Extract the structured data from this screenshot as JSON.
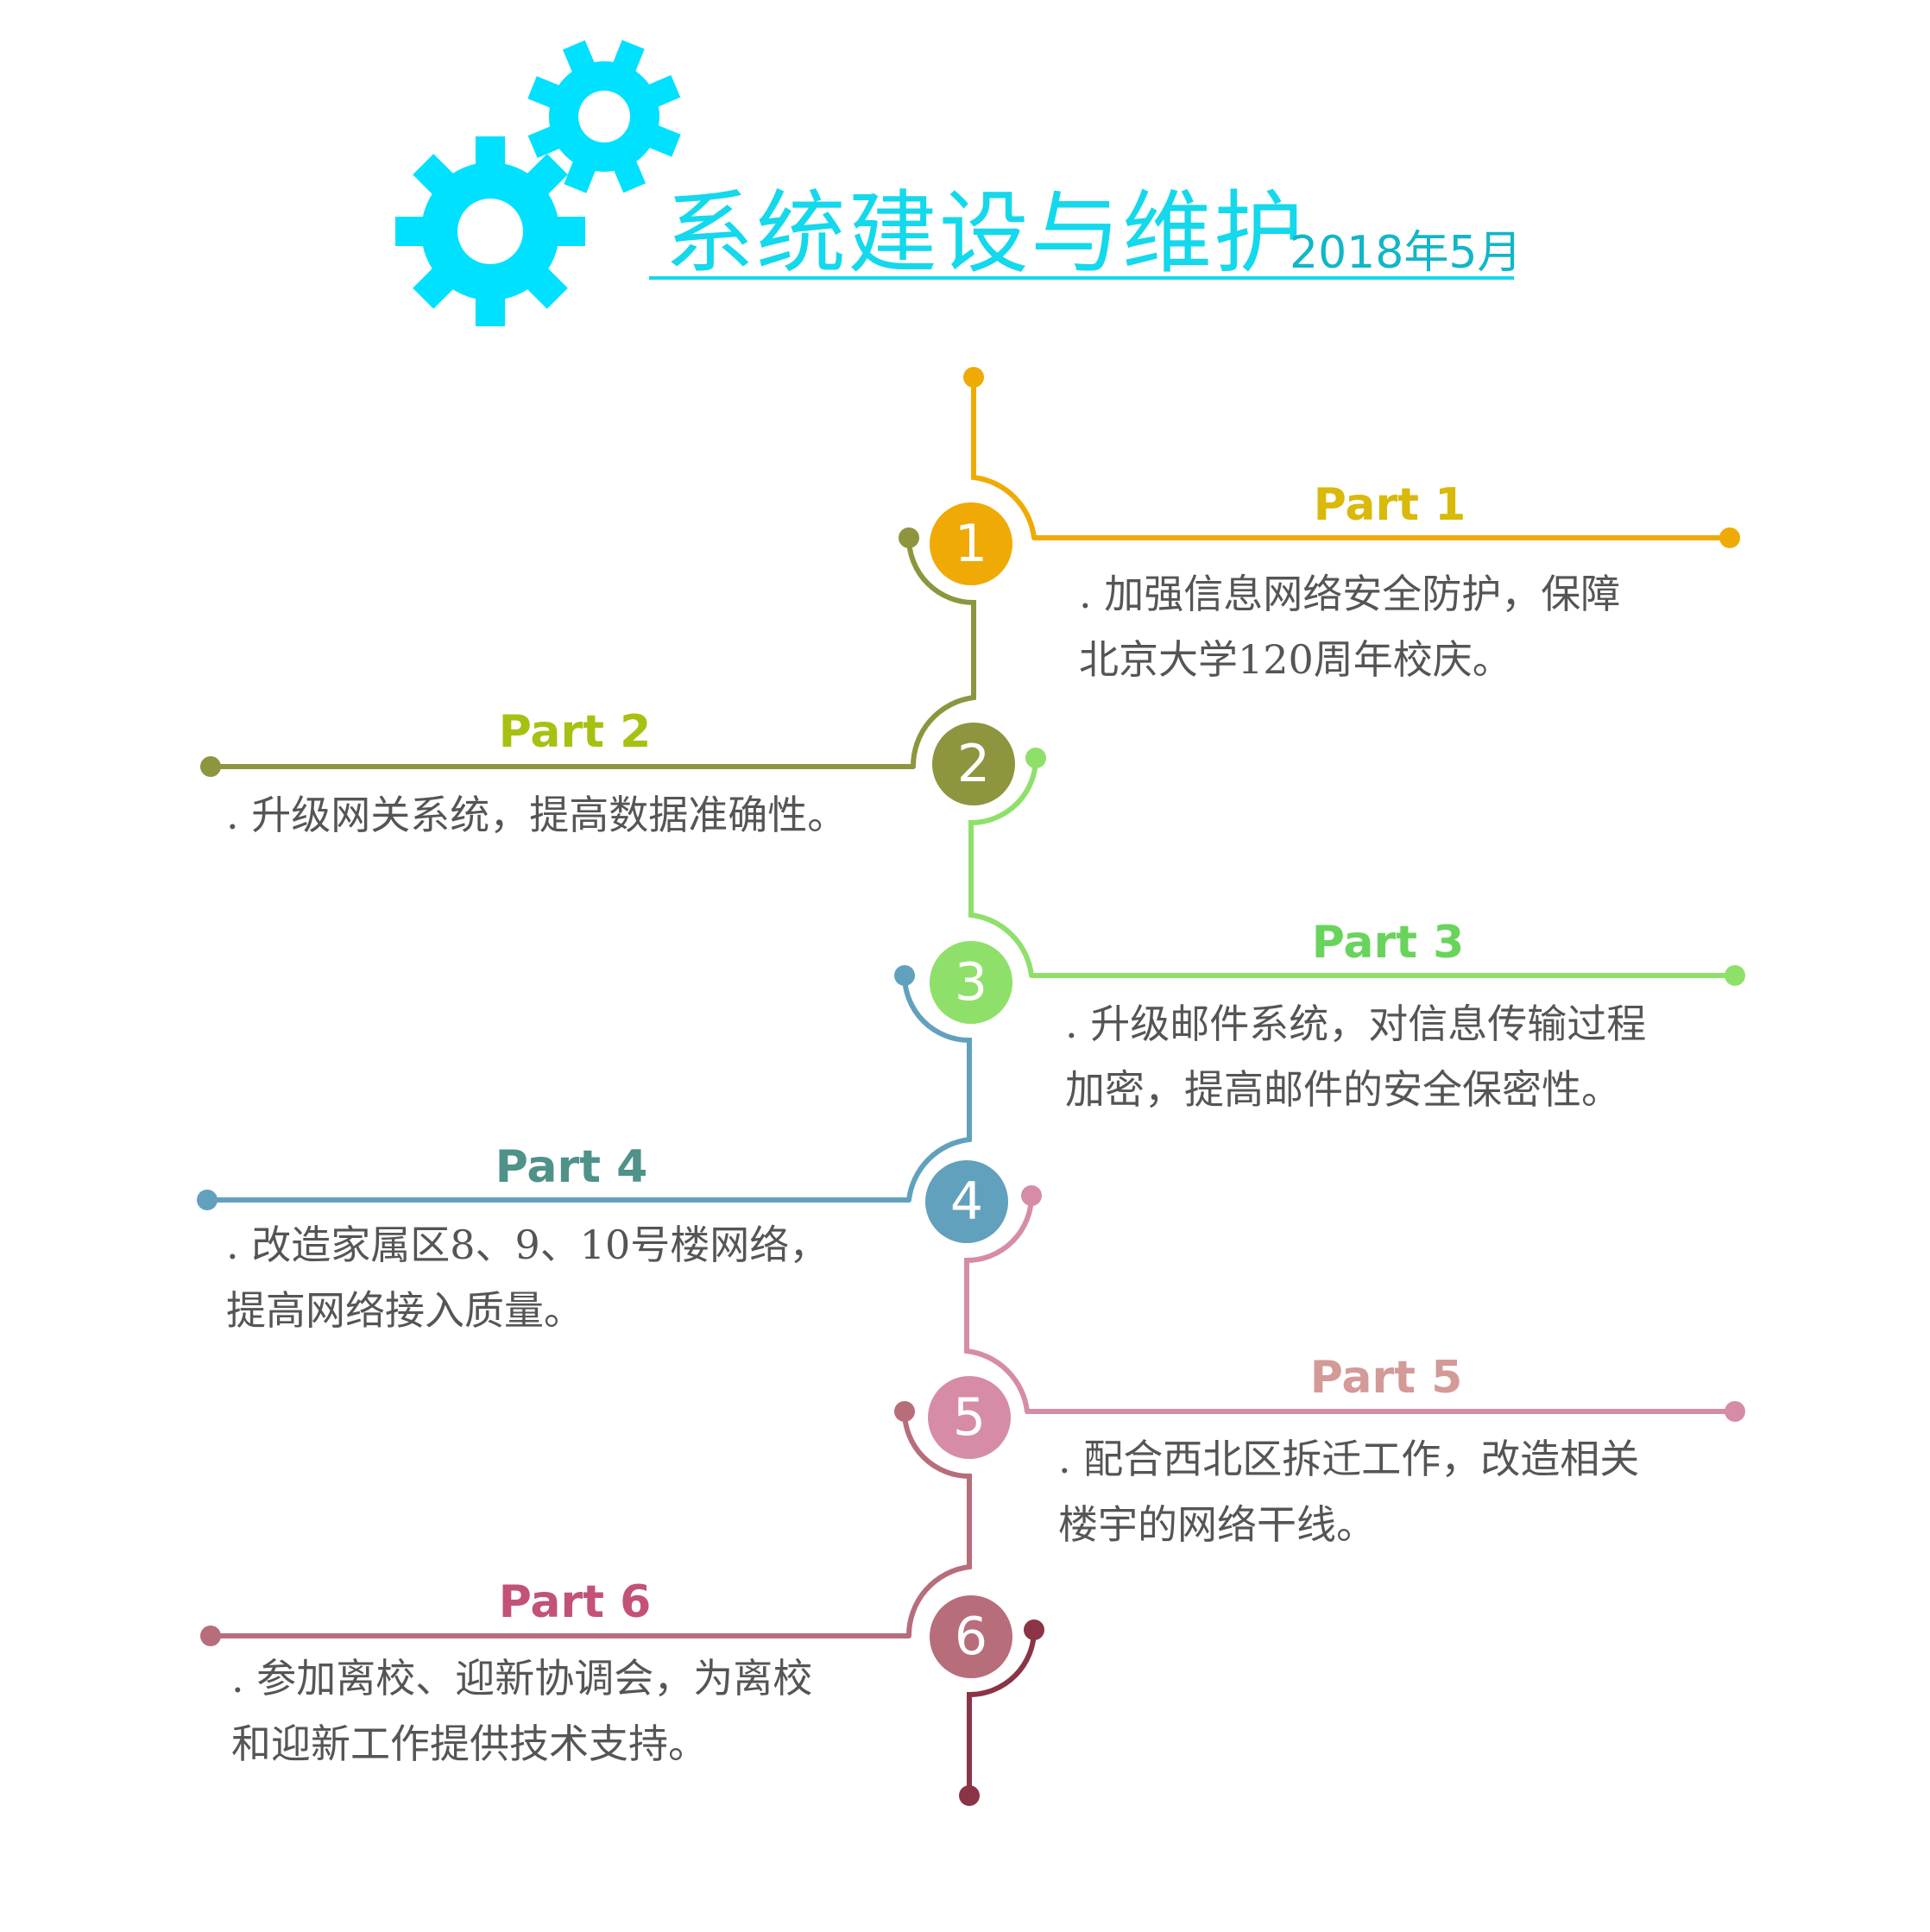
{
  "header": {
    "title": "系统建设与维护",
    "date": "2018年5月",
    "gear_color": "#00e0ff",
    "underline_color": "#14d8ec"
  },
  "parts": [
    {
      "number": "1",
      "label": "Part 1",
      "color": "#f0aa05",
      "label_color": "#d9b90a",
      "side": "right",
      "lines": [
        ". 加强信息网络安全防护，保障",
        "北京大学120周年校庆。"
      ]
    },
    {
      "number": "2",
      "label": "Part 2",
      "color": "#8d963e",
      "label_color": "#a8c012",
      "side": "left",
      "lines": [
        ". 升级网关系统，提高数据准确性。"
      ]
    },
    {
      "number": "3",
      "label": "Part 3",
      "color": "#8ee06a",
      "label_color": "#69d45c",
      "side": "right",
      "lines": [
        ". 升级邮件系统，对信息传输过程",
        "加密，提高邮件的安全保密性。"
      ]
    },
    {
      "number": "4",
      "label": "Part 4",
      "color": "#62a1bd",
      "label_color": "#4e9289",
      "side": "left",
      "lines": [
        ". 改造家属区8、9、10号楼网络，",
        "提高网络接入质量。"
      ]
    },
    {
      "number": "5",
      "label": "Part 5",
      "color": "#d68ca6",
      "label_color": "#d39a98",
      "side": "right",
      "lines": [
        ". 配合西北区拆迁工作，改造相关",
        "楼宇的网络干线。"
      ]
    },
    {
      "number": "6",
      "label": "Part 6",
      "color": "#b86d7b",
      "label_color": "#c35277",
      "side": "left",
      "lines": [
        ". 参加离校、迎新协调会，为离校",
        "和迎新工作提供技术支持。"
      ]
    }
  ],
  "end_color": "#8a3445"
}
